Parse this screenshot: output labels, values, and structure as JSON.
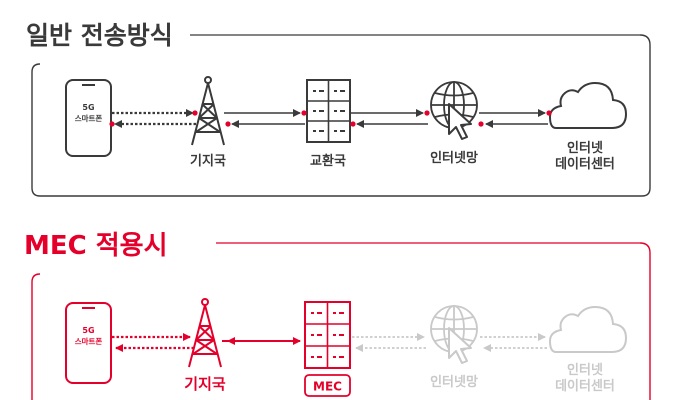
{
  "sections": {
    "normal": {
      "title": "일반 전송방식",
      "phone_line1": "5G",
      "phone_line2": "스마트폰",
      "nodes": [
        "기지국",
        "교환국",
        "인터넷망",
        "인터넷",
        "데이터센터"
      ]
    },
    "mec": {
      "title": "MEC 적용시",
      "phone_line1": "5G",
      "phone_line2": "스마트폰",
      "nodes": [
        "기지국",
        "MEC",
        "인터넷망",
        "인터넷",
        "데이터센터"
      ]
    }
  },
  "colors": {
    "dark": "#3a3a3a",
    "red": "#e4002b",
    "gray": "#c9c9c9"
  }
}
